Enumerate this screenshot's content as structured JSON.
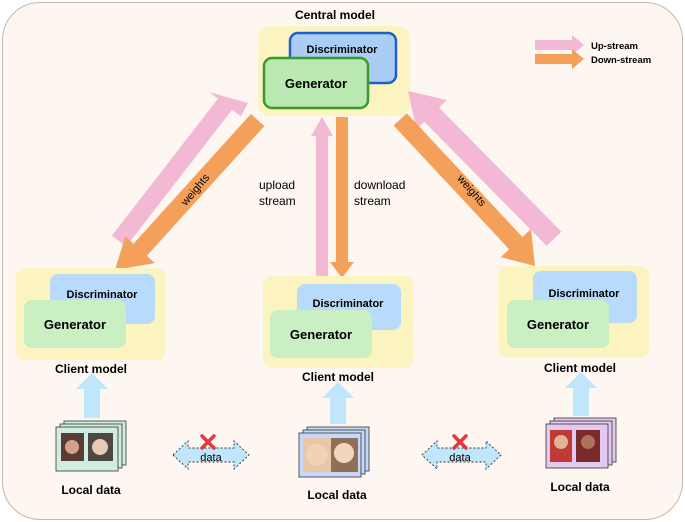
{
  "central": {
    "title": "Central model",
    "discriminator": "Discriminator",
    "generator": "Generator"
  },
  "legend": {
    "upstream": "Up-stream",
    "downstream": "Down-stream",
    "upstream_color": "#f2b8d4",
    "downstream_color": "#f5a05a"
  },
  "links": {
    "left_label": "weights",
    "right_label": "weights",
    "upload": [
      "upload",
      "stream"
    ],
    "download": [
      "download",
      "stream"
    ]
  },
  "clients": [
    {
      "discriminator": "Discriminator",
      "generator": "Generator",
      "caption": "Client model",
      "data_caption": "Local data"
    },
    {
      "discriminator": "Discriminator",
      "generator": "Generator",
      "caption": "Client model",
      "data_caption": "Local data"
    },
    {
      "discriminator": "Discriminator",
      "generator": "Generator",
      "caption": "Client model",
      "data_caption": "Local data"
    }
  ],
  "data_exchange": {
    "label": "data"
  },
  "colors": {
    "panel": "#fbf3c0",
    "disc": "#a9cdf5",
    "disc_border": "#1f5fc7",
    "gen": "#b9e9b0",
    "gen_border": "#3a9a2a",
    "client_disc": "#b8dafb",
    "client_gen": "#c9efc2",
    "data_arrow": "#bfe6fb"
  }
}
